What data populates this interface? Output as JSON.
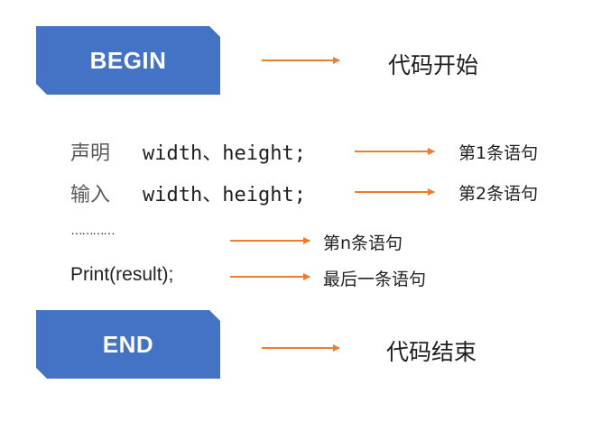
{
  "begin_block": {
    "label": "BEGIN",
    "note": "代码开始"
  },
  "end_block": {
    "label": "END",
    "note": "代码结束"
  },
  "colors": {
    "block": "#4472c4",
    "arrow": "#ed7d31"
  },
  "statements": [
    {
      "keyword": "声明",
      "code": "width、height;",
      "note": "第1条语句"
    },
    {
      "keyword": "输入",
      "code": "width、height;",
      "note": "第2条语句"
    },
    {
      "code": "…………",
      "note": "第n条语句"
    },
    {
      "code": "Print(result);",
      "note": "最后一条语句"
    }
  ]
}
